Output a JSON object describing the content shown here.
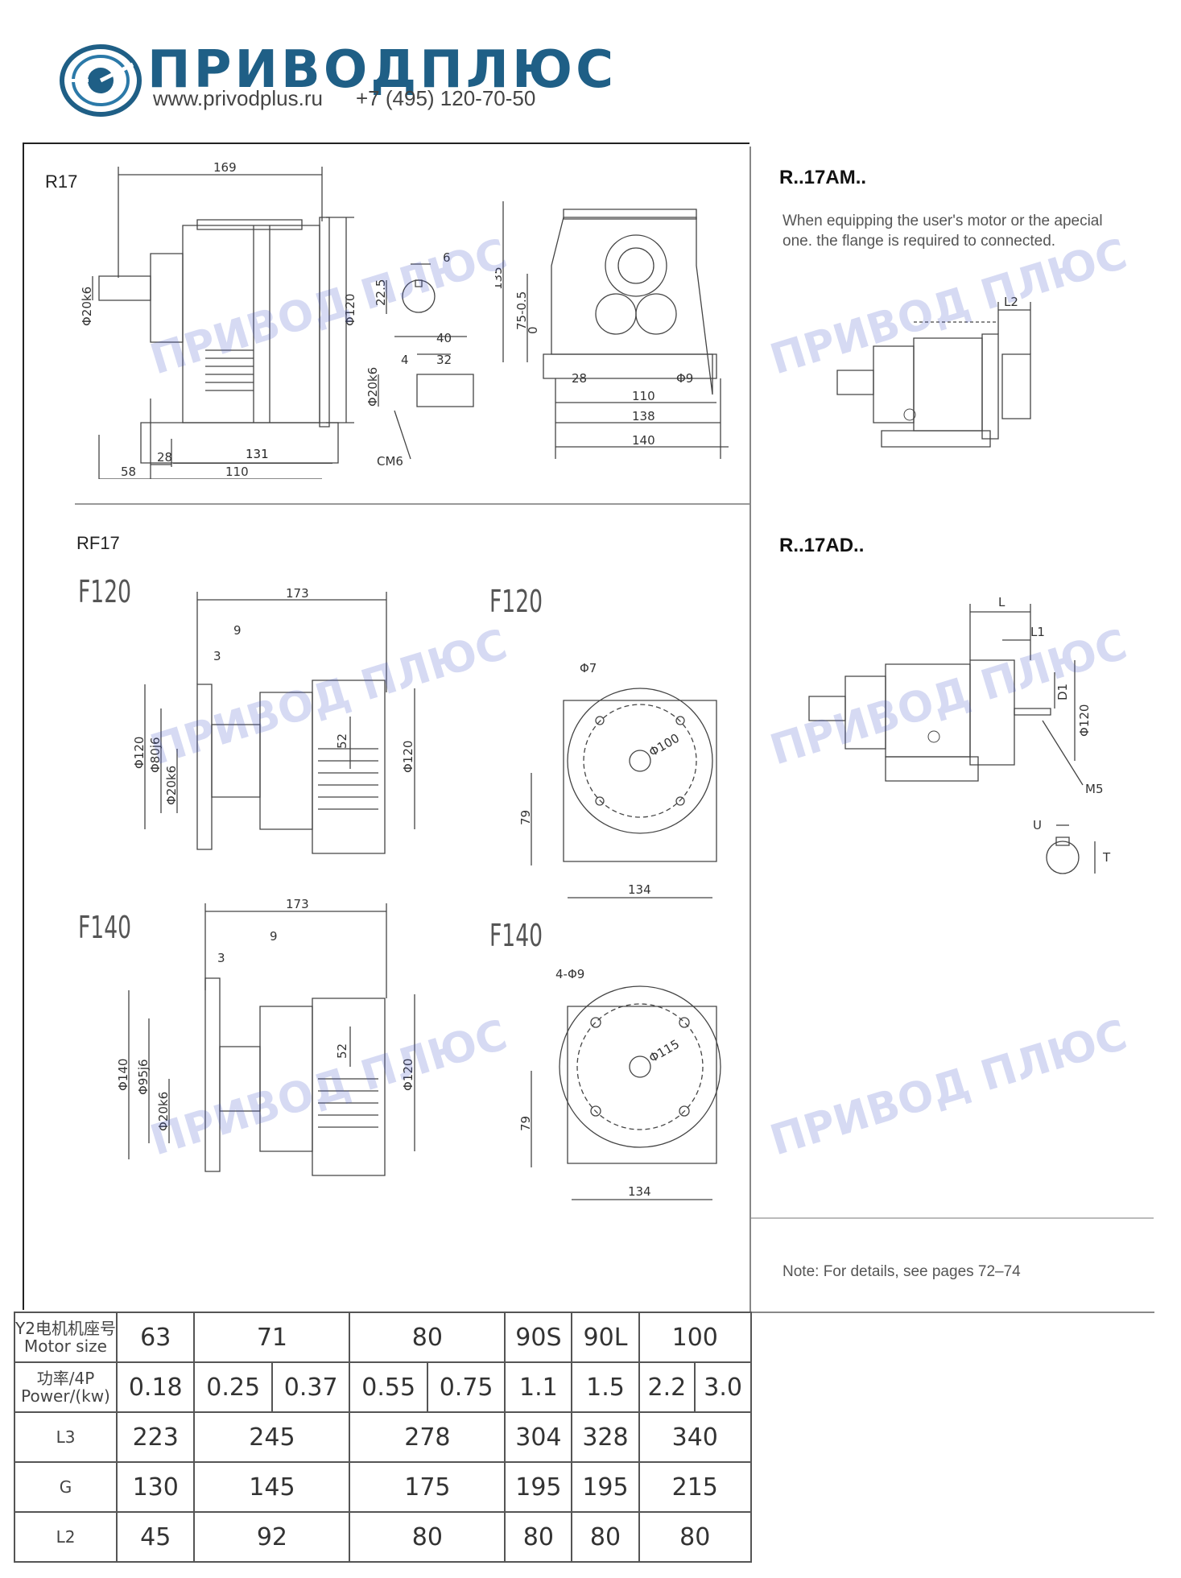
{
  "header": {
    "brand_name": "ПРИВОДПЛЮС",
    "website": "www.privodplus.ru",
    "phone": "+7 (495) 120-70-50"
  },
  "watermark": {
    "text": "ПРИВОД ПЛЮС"
  },
  "sections": {
    "r17": {
      "label": "R17",
      "dims": {
        "d169": "169",
        "d6": "6",
        "d22_5": "22.5",
        "d120": "Φ120",
        "d20k6_a": "Φ20k6",
        "d40": "40",
        "d4": "4",
        "d32": "32",
        "d20k6_b": "Φ20k6",
        "d28": "28",
        "d58": "58",
        "d110": "110",
        "d131": "131",
        "cm6": "CM6",
        "d135": "135",
        "d75": "75-0.5",
        "d0": "0",
        "d28b": "28",
        "d9": "Φ9",
        "d110b": "110",
        "d138": "138",
        "d140": "140"
      }
    },
    "rf17": {
      "label": "RF17",
      "f120_label": "F120",
      "f140_label": "F140",
      "f120_side": {
        "d173": "173",
        "d9": "9",
        "d3": "3",
        "d52": "52",
        "d120a": "Φ120",
        "d80": "Φ80j6",
        "d20": "Φ20k6",
        "d120b": "Φ120"
      },
      "f120_front": {
        "d7": "Φ7",
        "d100": "Φ100",
        "d79": "79",
        "d134": "134"
      },
      "f140_side": {
        "d173": "173",
        "d9": "9",
        "d3": "3",
        "d52": "52",
        "d140": "Φ140",
        "d95": "Φ95j6",
        "d20": "Φ20k6",
        "d120": "Φ120"
      },
      "f140_front": {
        "d49": "4-Φ9",
        "d115": "Φ115",
        "d79": "79",
        "d134": "134"
      }
    },
    "ram": {
      "title": "R..17AM..",
      "note": "When equipping the user's motor or the apecial one. the flange is required to connected.",
      "l2": "L2"
    },
    "rad": {
      "title": "R..17AD..",
      "l": "L",
      "l1": "L1",
      "d1": "D1",
      "d120": "Φ120",
      "m5": "M5",
      "u": "U",
      "t": "T"
    },
    "note": "Note: For details, see pages 72–74"
  },
  "table": {
    "rows": [
      {
        "header": "Y2电机机座号\nMotor size",
        "cells": [
          {
            "v": "63",
            "span": 2
          },
          {
            "v": "71",
            "span": 2
          },
          {
            "v": "80",
            "span": 2
          },
          {
            "v": "90S",
            "span": 2
          },
          {
            "v": "90L",
            "span": 2
          },
          {
            "v": "100",
            "span": 2
          }
        ]
      },
      {
        "header": "功率/4P\nPower/(kw)",
        "cells": [
          {
            "v": "0.18",
            "span": 2
          },
          {
            "v": "0.25",
            "span": 1
          },
          {
            "v": "0.37",
            "span": 1
          },
          {
            "v": "0.55",
            "span": 1
          },
          {
            "v": "0.75",
            "span": 1
          },
          {
            "v": "1.1",
            "span": 2
          },
          {
            "v": "1.5",
            "span": 2
          },
          {
            "v": "2.2",
            "span": 1
          },
          {
            "v": "3.0",
            "span": 1
          }
        ]
      },
      {
        "header": "L3",
        "cells": [
          {
            "v": "223",
            "span": 2
          },
          {
            "v": "245",
            "span": 2
          },
          {
            "v": "278",
            "span": 2
          },
          {
            "v": "304",
            "span": 2
          },
          {
            "v": "328",
            "span": 2
          },
          {
            "v": "340",
            "span": 2
          }
        ]
      },
      {
        "header": "G",
        "cells": [
          {
            "v": "130",
            "span": 2
          },
          {
            "v": "145",
            "span": 2
          },
          {
            "v": "175",
            "span": 2
          },
          {
            "v": "195",
            "span": 2
          },
          {
            "v": "195",
            "span": 2
          },
          {
            "v": "215",
            "span": 2
          }
        ]
      },
      {
        "header": "L2",
        "cells": [
          {
            "v": "45",
            "span": 2
          },
          {
            "v": "92",
            "span": 2
          },
          {
            "v": "80",
            "span": 2
          },
          {
            "v": "80",
            "span": 2
          },
          {
            "v": "80",
            "span": 2
          },
          {
            "v": "80",
            "span": 2
          }
        ]
      }
    ]
  }
}
